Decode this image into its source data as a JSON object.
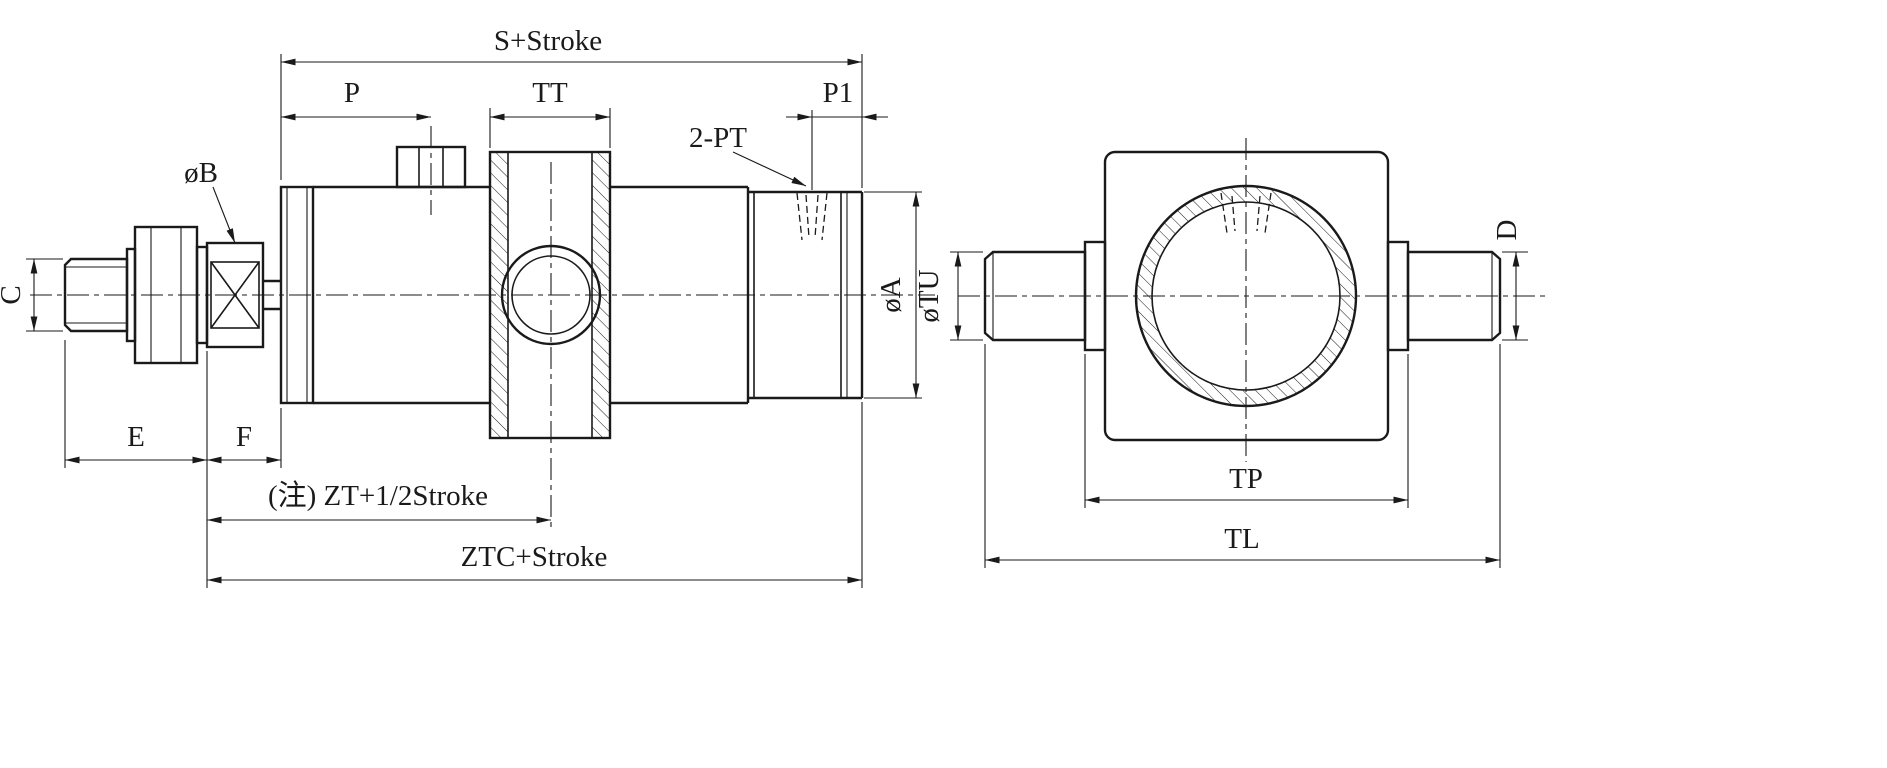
{
  "drawing": {
    "side": {
      "s_stroke": "S+Stroke",
      "p": "P",
      "tt": "TT",
      "p1": "P1",
      "pt": "2-PT",
      "b": "øB",
      "c": "C",
      "a": "øA",
      "e": "E",
      "f": "F",
      "zt": "(注) ZT+1/2Stroke",
      "ztc": "ZTC+Stroke"
    },
    "end": {
      "d": "D",
      "tu": "øTU",
      "tp": "TP",
      "tl": "TL"
    },
    "colors": {
      "line": "#1a1a1a",
      "background": "#ffffff"
    }
  }
}
